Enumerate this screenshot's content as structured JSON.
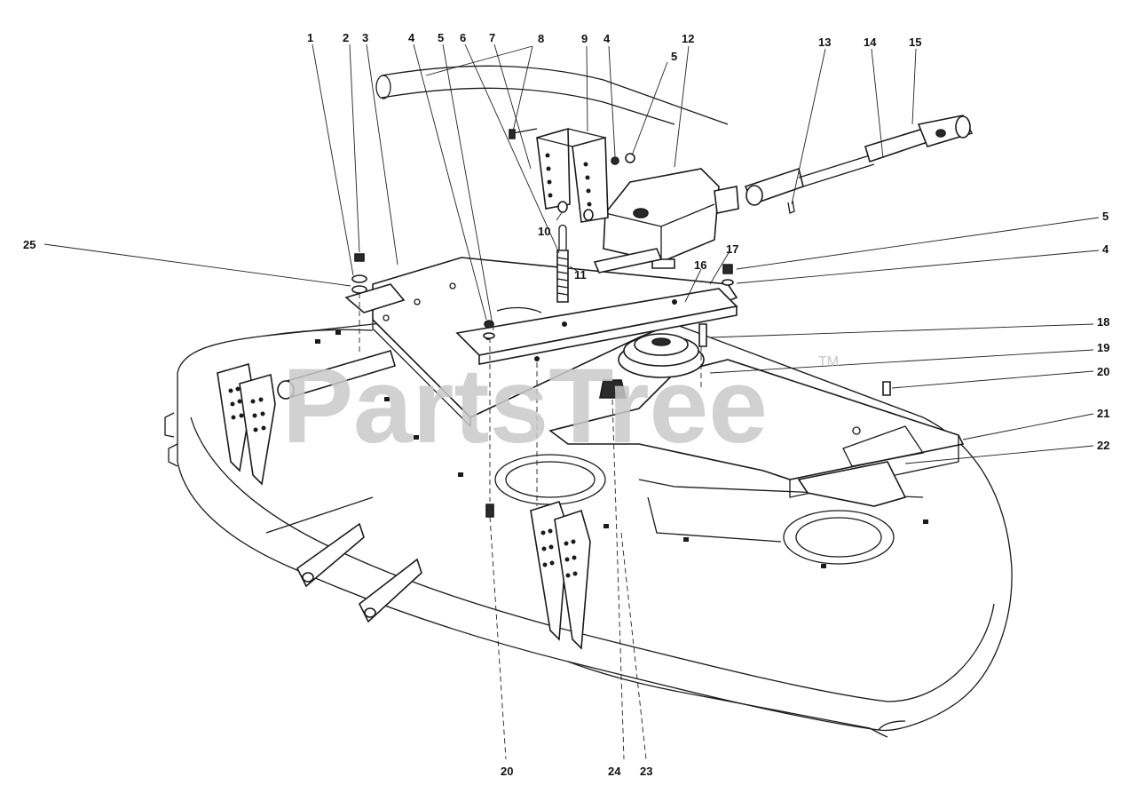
{
  "watermark": {
    "text": "PartsTree",
    "trademark": "TM"
  },
  "callouts": [
    {
      "id": "c1",
      "label": "1"
    },
    {
      "id": "c2",
      "label": "2"
    },
    {
      "id": "c3",
      "label": "3"
    },
    {
      "id": "c4a",
      "label": "4"
    },
    {
      "id": "c5a",
      "label": "5"
    },
    {
      "id": "c6",
      "label": "6"
    },
    {
      "id": "c7",
      "label": "7"
    },
    {
      "id": "c8",
      "label": "8"
    },
    {
      "id": "c9",
      "label": "9"
    },
    {
      "id": "c4b",
      "label": "4"
    },
    {
      "id": "c5b",
      "label": "5"
    },
    {
      "id": "c12",
      "label": "12"
    },
    {
      "id": "c13",
      "label": "13"
    },
    {
      "id": "c14",
      "label": "14"
    },
    {
      "id": "c15",
      "label": "15"
    },
    {
      "id": "c25",
      "label": "25"
    },
    {
      "id": "c10",
      "label": "10"
    },
    {
      "id": "c11",
      "label": "11"
    },
    {
      "id": "c17",
      "label": "17"
    },
    {
      "id": "c16",
      "label": "16"
    },
    {
      "id": "c5c",
      "label": "5"
    },
    {
      "id": "c4c",
      "label": "4"
    },
    {
      "id": "c18",
      "label": "18"
    },
    {
      "id": "c19",
      "label": "19"
    },
    {
      "id": "c20a",
      "label": "20"
    },
    {
      "id": "c21",
      "label": "21"
    },
    {
      "id": "c22",
      "label": "22"
    },
    {
      "id": "c20b",
      "label": "20"
    },
    {
      "id": "c24",
      "label": "24"
    },
    {
      "id": "c23",
      "label": "23"
    }
  ]
}
